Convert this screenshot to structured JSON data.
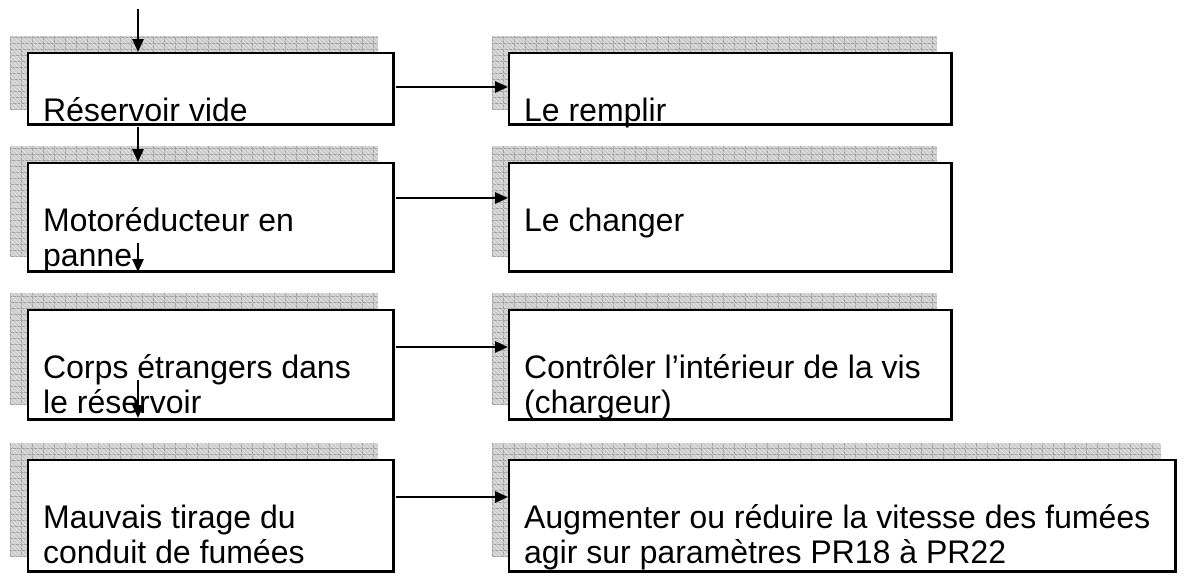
{
  "flowchart": {
    "description_visible": false,
    "rows": [
      {
        "cause": "Réservoir vide",
        "remedy": "Le remplir"
      },
      {
        "cause": "Motoréducteur en panne",
        "remedy": "Le changer"
      },
      {
        "cause": "Corps étrangers dans le réservoir",
        "remedy": "Contrôler l’intérieur de la vis (chargeur)"
      },
      {
        "cause": "Mauvais tirage du conduit de fumées",
        "remedy": "Augmenter ou réduire la vitesse des fumées\nagir sur paramètres PR18 à PR22"
      }
    ],
    "connectors": {
      "incoming_top_arrow": true,
      "cause_chain_arrows": 3,
      "cause_to_remedy_arrows": 4
    },
    "colors": {
      "background": "#ffffff",
      "box_fill": "#ffffff",
      "box_border": "#000000",
      "shadow_fill": "#cbcbcb",
      "shadow_grid_line": "#a0a0a0",
      "arrow": "#000000",
      "text": "#000000"
    }
  }
}
